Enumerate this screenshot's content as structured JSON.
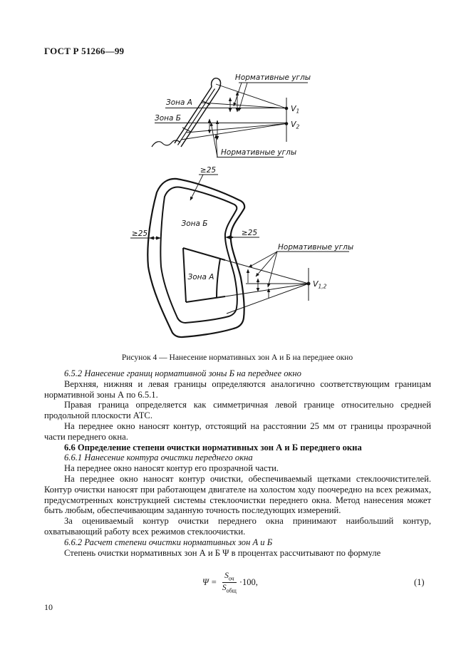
{
  "page": {
    "header": "ГОСТ Р 51266—99",
    "page_number": "10"
  },
  "figure": {
    "caption": "Рисунок 4 — Нанесение нормативных зон А и Б на переднее окно",
    "side_view": {
      "zone_a": "Зона А",
      "zone_b": "Зона Б",
      "normative_angles_top": "Нормативные углы",
      "normative_angles_bottom": "Нормативные углы",
      "v_base": "V",
      "v1_sub": "1",
      "v2_sub": "2"
    },
    "front_view": {
      "dim_top": "≥25",
      "dim_left": "≥25",
      "dim_right": "≥25",
      "zone_b": "Зона Б",
      "zone_a": "Зона А",
      "normative_angles": "Нормативные углы",
      "v_base": "V",
      "v12_sub": "1,2"
    }
  },
  "sections": {
    "s652_num": "6.5.2",
    "s652_title": "Нанесение границ нормативной зоны Б на переднее окно",
    "p1": "Верхняя, нижняя и левая границы определяются аналогично соответствующим границам нормативной зоны А по 6.5.1.",
    "p2": "Правая граница определяется как симметричная левой границе относительно средней продольной плоскости АТС.",
    "p3": "На переднее окно наносят контур, отстоящий на расстоянии 25 мм от границы прозрачной части переднего окна.",
    "s66": "6.6 Определение степени очистки нормативных зон А и Б переднего окна",
    "s661_num": "6.6.1",
    "s661_title": "Нанесение контура очистки переднего окна",
    "p4": "На переднее окно наносят контур его прозрачной части.",
    "p5": "На переднее окно наносят контур очистки, обеспечиваемый щетками стеклоочистителей. Контур очистки наносят при работающем двигателе на холостом ходу поочередно на всех режимах, предусмотренных конструкцией системы стеклоочистки переднего окна. Метод нанесения может быть любым, обеспечивающим заданную точность последующих измерений.",
    "p6": "За оцениваемый контур очистки переднего окна принимают наибольший контур, охватывающий работу всех режимов стеклоочистки.",
    "s662_num": "6.6.2",
    "s662_title": "Расчет степени очистки нормативных зон А и Б",
    "p7": "Степень очистки нормативных зон А и Б Ψ в процентах рассчитывают по формуле"
  },
  "formula": {
    "lhs": "Ψ",
    "equals": "=",
    "num_base": "S",
    "num_sub": "оч",
    "den_base": "S",
    "den_sub": "общ",
    "mult": "·100,",
    "number": "(1)"
  }
}
